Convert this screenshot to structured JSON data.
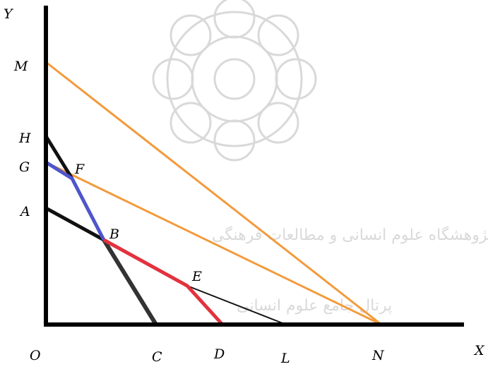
{
  "axes": {
    "x_label": "X",
    "y_label": "Y",
    "origin_label": "O"
  },
  "points": {
    "M": "M",
    "H": "H",
    "G": "G",
    "A": "A",
    "F": "F",
    "B": "B",
    "E": "E",
    "C": "C",
    "D": "D",
    "L": "L",
    "N": "N"
  },
  "watermark": {
    "line1": "پژوهشگاه علوم انسانی و مطالعات فرهنگی",
    "line2": "پرتال جامع علوم انسانی"
  },
  "colors": {
    "axis": "#000000",
    "black_segment": "#111111",
    "dark_segment": "#333333",
    "orange_line": "#f39a3c",
    "blue_segment": "#4f55cc",
    "red_segment": "#e2323e",
    "watermark": "#d9d9d9"
  }
}
